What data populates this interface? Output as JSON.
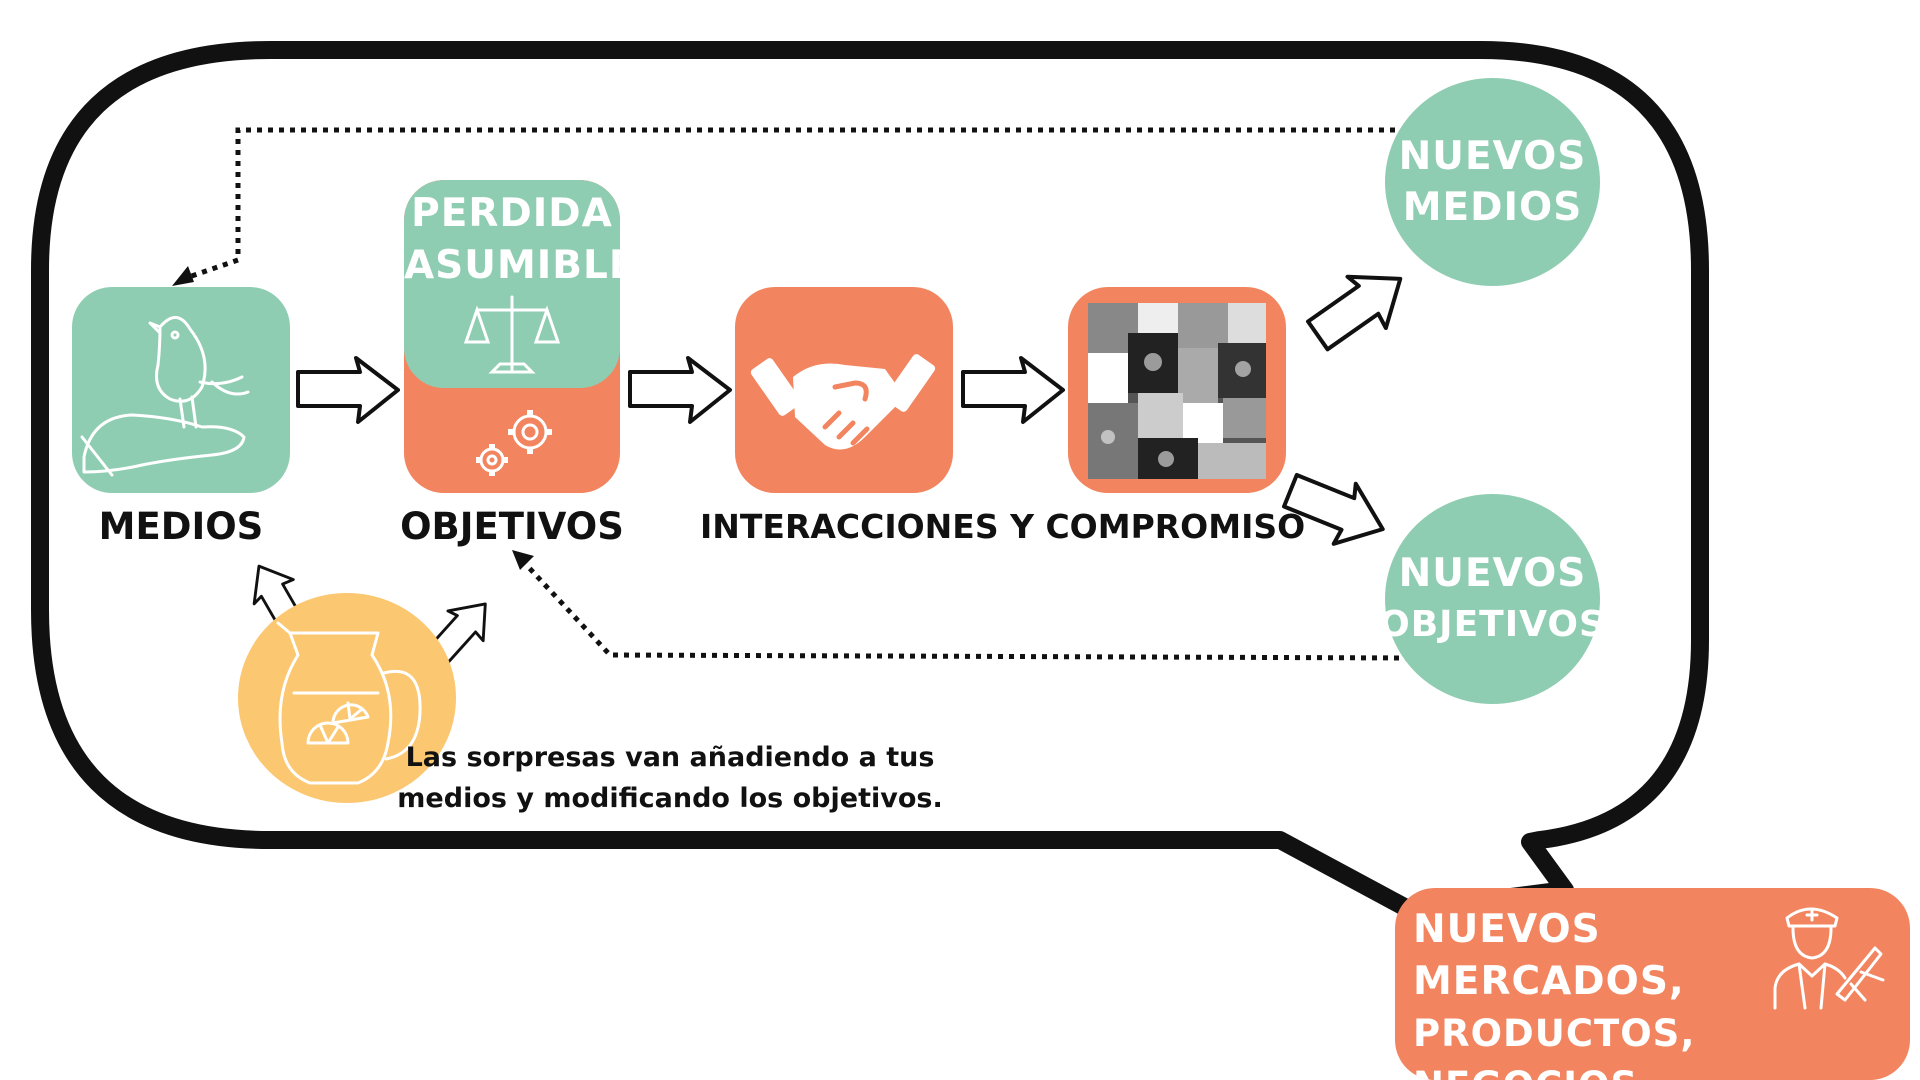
{
  "colors": {
    "green": "#8fcdb3",
    "orange": "#f2855f",
    "yellow": "#fcc771",
    "outline": "#111111",
    "white": "#ffffff"
  },
  "steps": {
    "medios": {
      "label": "MEDIOS",
      "icon": "hand-bird-icon"
    },
    "objetivos": {
      "label": "OBJETIVOS",
      "top_line1": "PERDIDA",
      "top_line2": "ASUMIBLE",
      "icons": [
        "balance-scale-icon",
        "gears-icon"
      ]
    },
    "interacciones": {
      "label": "INTERACCIONES Y COMPROMISO",
      "icon": "handshake-icon"
    },
    "patchwork": {
      "icon": "patchwork-icon"
    }
  },
  "outcomes": {
    "nuevos_medios": {
      "line1": "NUEVOS",
      "line2": "MEDIOS"
    },
    "nuevos_objetivos": {
      "line1": "NUEVOS",
      "line2": "OBJETIVOS"
    },
    "nuevos_mercados": {
      "line1": "NUEVOS",
      "line2": "MERCADOS,",
      "line3": "PRODUCTOS, NEGOCIOS...",
      "icon": "pilot-icon"
    }
  },
  "surprise": {
    "icon": "lemonade-pitcher-icon",
    "line1": "Las sorpresas van añadiendo a tus",
    "line2": "medios y modificando los objetivos."
  }
}
